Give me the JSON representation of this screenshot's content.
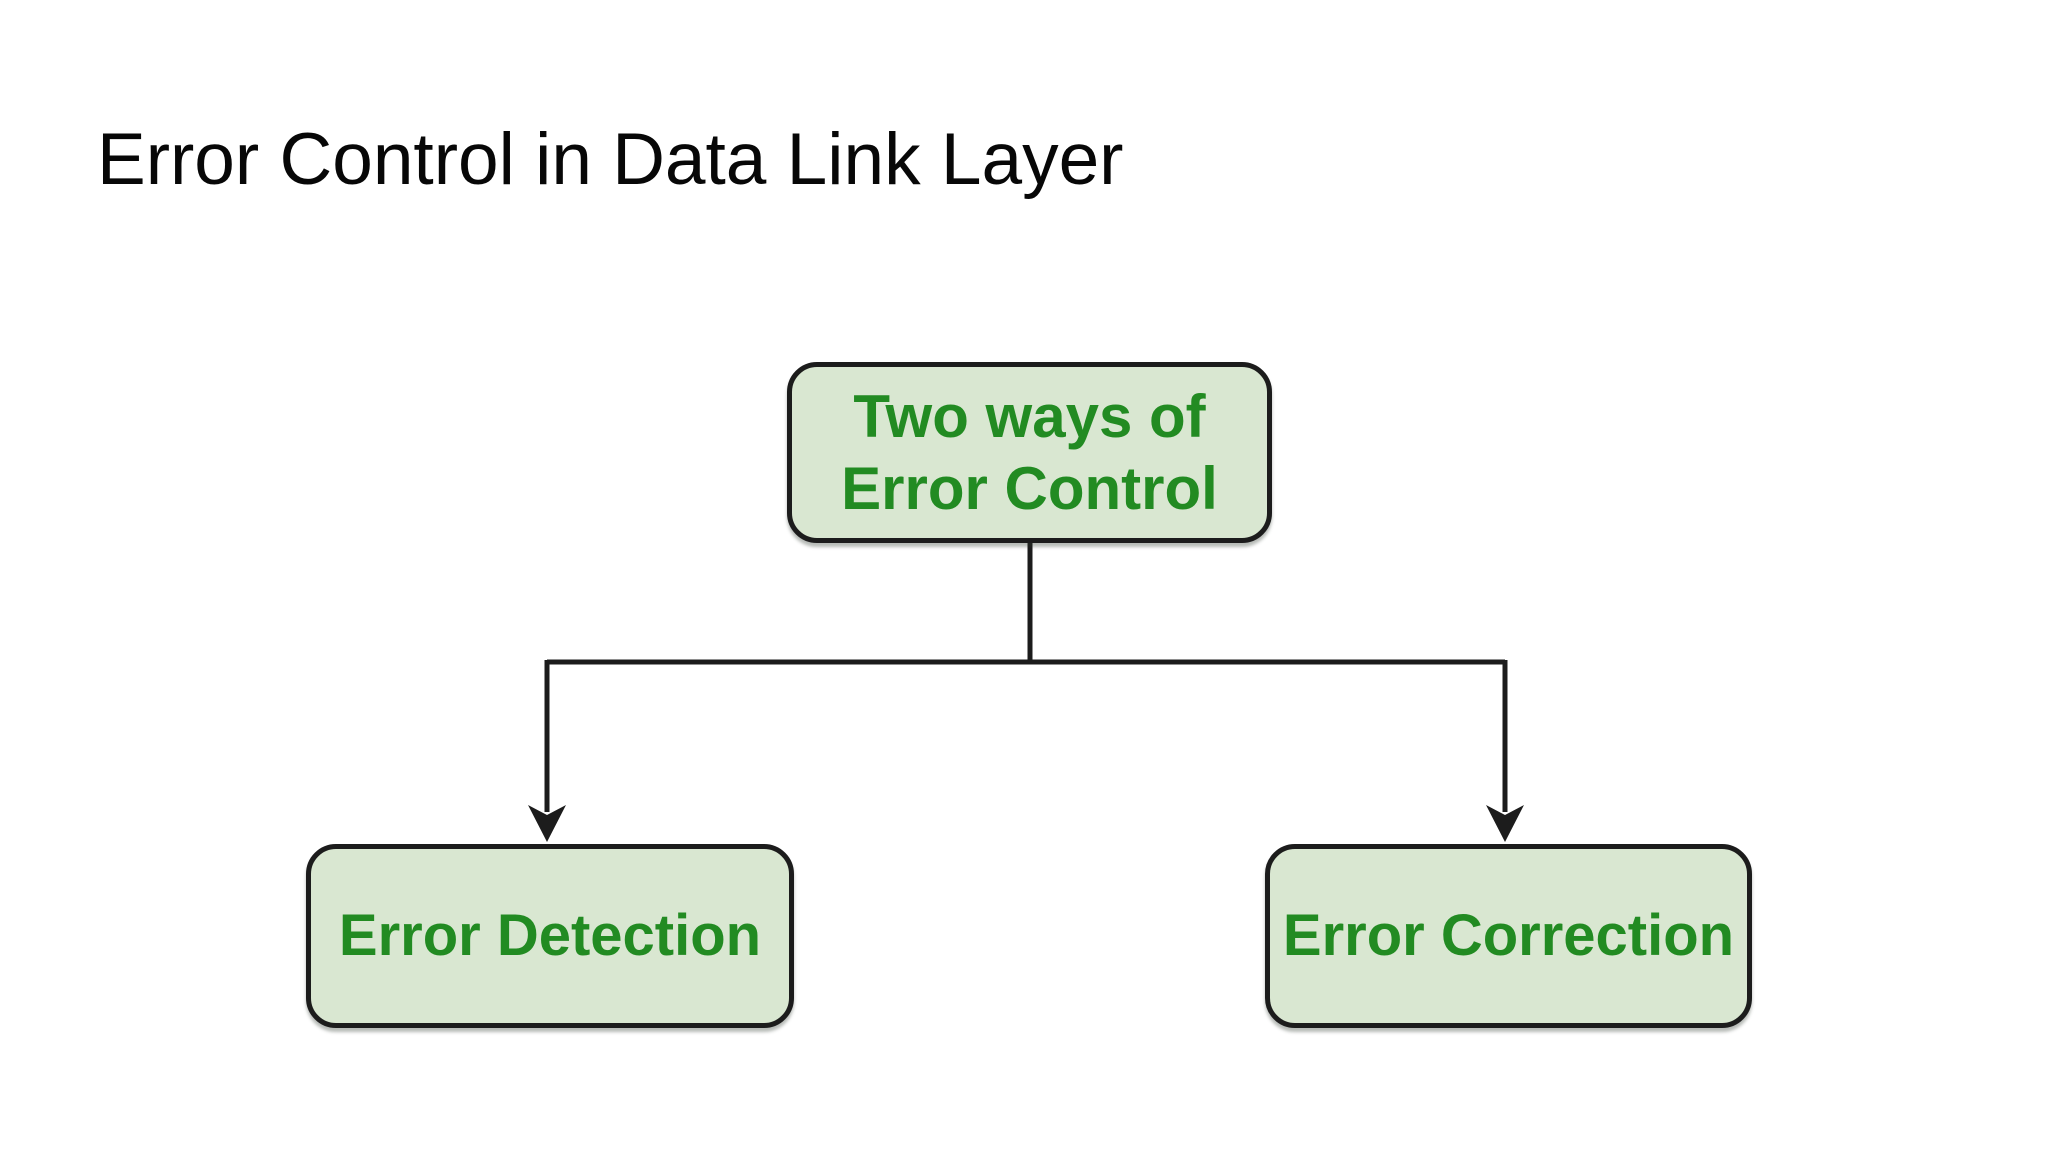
{
  "page": {
    "title": "Error Control in Data Link Layer"
  },
  "diagram": {
    "root": {
      "label": "Two ways of\nError Control"
    },
    "children": [
      {
        "label": "Error Detection"
      },
      {
        "label": "Error Correction"
      }
    ],
    "colors": {
      "node_fill": "#d9e7d1",
      "node_border": "#1c1c1c",
      "node_text_green": "#228B22",
      "connector_line": "#1c1c1c",
      "title_text": "#070707",
      "background": "#ffffff"
    }
  }
}
